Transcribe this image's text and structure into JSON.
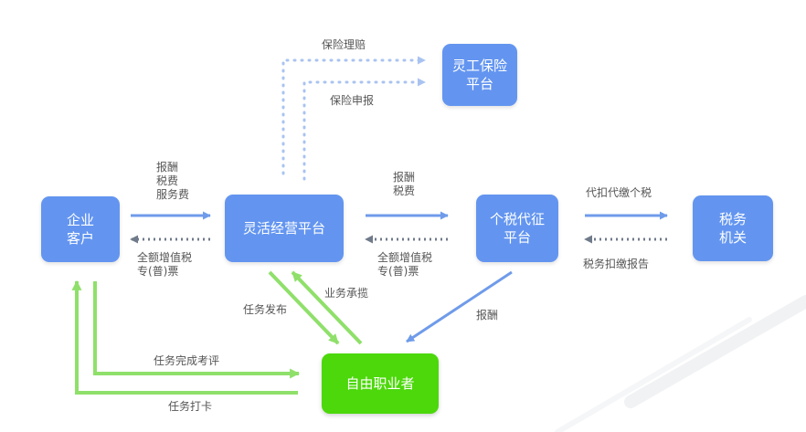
{
  "nodes": {
    "enterprise_client": "企业\n客户",
    "flex_platform": "灵活经营平台",
    "tax_agent": "个税代征\n平台",
    "tax_authority": "税务\n机关",
    "insurance": "灵工保险\n平台",
    "freelancer": "自由职业者"
  },
  "edges": {
    "insurance_claim": "保险理赔",
    "insurance_report": "保险申报",
    "client_to_platform": "报酬\n税费\n服务费",
    "platform_to_client": "全额增值税\n专(普)票",
    "platform_to_tax_agent": "报酬\n税费",
    "tax_agent_to_platform": "全额增值税\n专(普)票",
    "tax_agent_to_authority": "代扣代缴个税",
    "authority_to_tax_agent": "税务扣缴报告",
    "task_publish": "任务发布",
    "task_accept": "业务承揽",
    "remuneration": "报酬",
    "task_evaluation": "任务完成考评",
    "task_checkin": "任务打卡"
  },
  "colors": {
    "node_blue": "#6395f0",
    "node_green": "#4cd80b",
    "arrow_blue": "#6f9bea",
    "arrow_gray": "#6f7a8a",
    "arrow_green": "#8fe06a",
    "dotted_blue": "#a9c3f1"
  }
}
